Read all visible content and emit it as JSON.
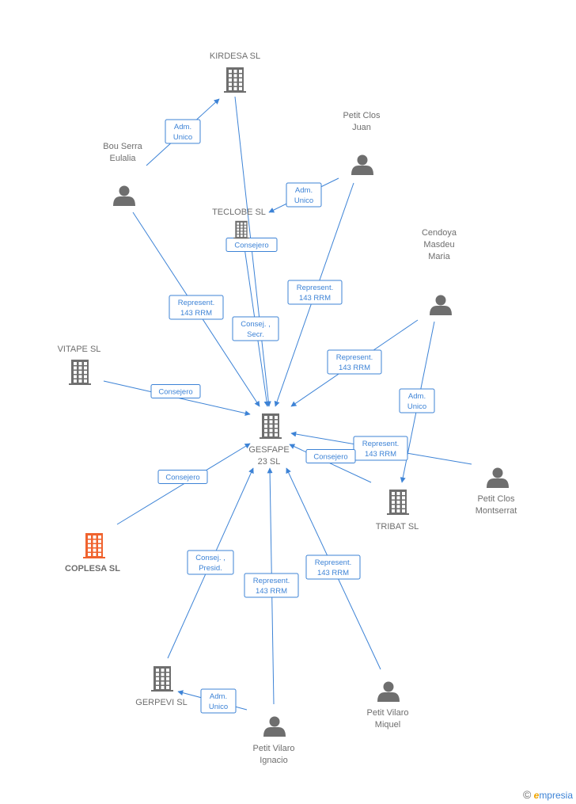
{
  "colors": {
    "edge": "#3d83d6",
    "node": "#6e6e6e",
    "focus": "#f0632e"
  },
  "nodes": [
    {
      "id": "kirdesa",
      "type": "company",
      "lines": [
        "KIRDESA  SL"
      ]
    },
    {
      "id": "teclobe",
      "type": "company",
      "lines": [
        "TECLOBE  SL"
      ]
    },
    {
      "id": "vitape",
      "type": "company",
      "lines": [
        "VITAPE  SL"
      ]
    },
    {
      "id": "gesfape",
      "type": "company",
      "lines": [
        "GESFAPE",
        "23  SL"
      ]
    },
    {
      "id": "tribat",
      "type": "company",
      "lines": [
        "TRIBAT  SL"
      ]
    },
    {
      "id": "coplesa",
      "type": "company",
      "focus": true,
      "lines": [
        "COPLESA  SL"
      ]
    },
    {
      "id": "gerpevi",
      "type": "company",
      "lines": [
        "GERPEVI SL"
      ]
    },
    {
      "id": "bou",
      "type": "person",
      "lines": [
        "Bou Serra",
        "Eulalia"
      ]
    },
    {
      "id": "petitjuan",
      "type": "person",
      "lines": [
        "Petit Clos",
        "Juan"
      ]
    },
    {
      "id": "cendoya",
      "type": "person",
      "lines": [
        "Cendoya",
        "Masdeu",
        "Maria"
      ]
    },
    {
      "id": "montserrat",
      "type": "person",
      "lines": [
        "Petit Clos",
        "Montserrat"
      ]
    },
    {
      "id": "miquel",
      "type": "person",
      "lines": [
        "Petit Vilaro",
        "Miquel"
      ]
    },
    {
      "id": "ignacio",
      "type": "person",
      "lines": [
        "Petit Vilaro",
        "Ignacio"
      ]
    }
  ],
  "edges": [
    {
      "from": "bou",
      "to": "kirdesa",
      "lines": [
        "Adm.",
        "Unico"
      ]
    },
    {
      "from": "petitjuan",
      "to": "teclobe",
      "lines": [
        "Adm.",
        "Unico"
      ]
    },
    {
      "from": "teclobe",
      "to": "gesfape",
      "lines": [
        "Consejero"
      ]
    },
    {
      "from": "kirdesa",
      "to": "gesfape",
      "lines": [
        "Consej. ,",
        "Secr."
      ]
    },
    {
      "from": "petitjuan",
      "to": "gesfape",
      "lines": [
        "Represent.",
        "143 RRM"
      ]
    },
    {
      "from": "bou",
      "to": "gesfape",
      "lines": [
        "Represent.",
        "143 RRM"
      ]
    },
    {
      "from": "cendoya",
      "to": "gesfape",
      "lines": [
        "Represent.",
        "143 RRM"
      ]
    },
    {
      "from": "cendoya",
      "to": "tribat",
      "lines": [
        "Adm.",
        "Unico"
      ]
    },
    {
      "from": "vitape",
      "to": "gesfape",
      "lines": [
        "Consejero"
      ]
    },
    {
      "from": "montserrat",
      "to": "gesfape",
      "lines": [
        "Represent.",
        "143 RRM"
      ]
    },
    {
      "from": "tribat",
      "to": "gesfape",
      "lines": [
        "Consejero"
      ]
    },
    {
      "from": "coplesa",
      "to": "gesfape",
      "lines": [
        "Consejero"
      ]
    },
    {
      "from": "gerpevi",
      "to": "gesfape",
      "lines": [
        "Consej. ,",
        "Presid."
      ]
    },
    {
      "from": "ignacio",
      "to": "gesfape",
      "lines": [
        "Represent.",
        "143 RRM"
      ]
    },
    {
      "from": "miquel",
      "to": "gesfape",
      "lines": [
        "Represent.",
        "143 RRM"
      ]
    },
    {
      "from": "ignacio",
      "to": "gerpevi",
      "lines": [
        "Adm.",
        "Unico"
      ]
    }
  ],
  "brand": {
    "copyright": "©",
    "e": "e",
    "rest": "mpresia"
  }
}
